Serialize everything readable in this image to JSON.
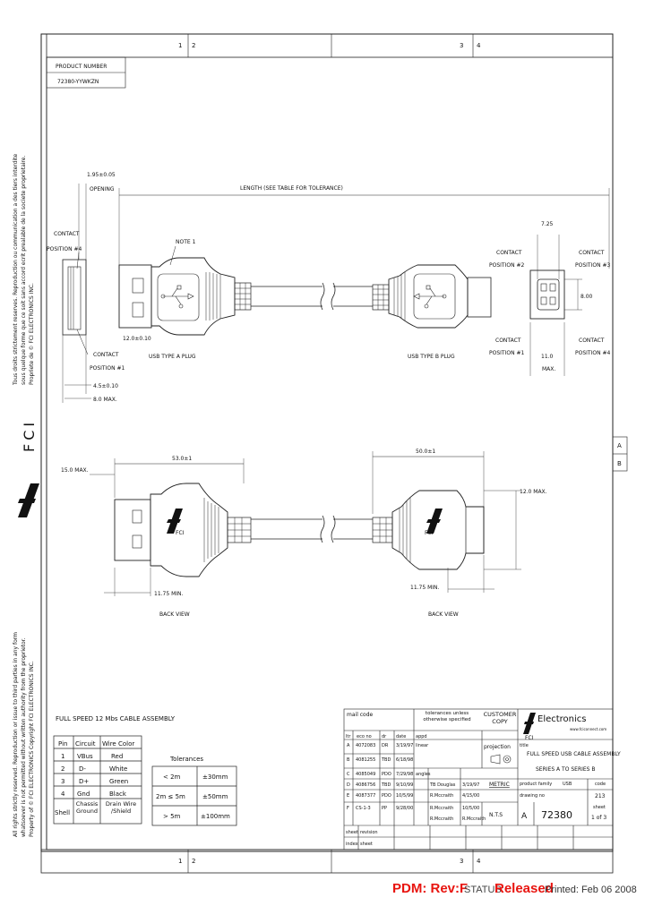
{
  "border": {
    "zone_cols": [
      "1",
      "2",
      "3",
      "4"
    ],
    "zone_rows": [
      "A",
      "B"
    ]
  },
  "product": {
    "label": "PRODUCT NUMBER",
    "value": "72380-YYWKZN"
  },
  "side_notice_top": [
    "Tous droits strictement reserves. Reproduction ou communication a des tiers interdite",
    "sous quelque forme que ce soit sans accord ecrit prealable de la societe proprietaire.",
    "Propriete de © FCI ELECTRONICS INC."
  ],
  "side_notice_bottom": [
    "All rights strictly reserved. Reproduction or issue to third parties in any form",
    "whatsoever is not permitted without written authority from the proprietor.",
    "Property of © FCI ELECTRONICS   Copyright FCI ELECTRONICS INC."
  ],
  "side_logo": "FCI",
  "dims": {
    "opening": "1.95±0.05",
    "opening_label": "OPENING",
    "length": "LENGTH (SEE TABLE FOR TOLERANCE)",
    "note1": "NOTE 1",
    "contact_pos4": "CONTACT",
    "contact_pos4b": "POSITION #4",
    "contact_pos1": "CONTACT",
    "contact_pos1b": "POSITION #1",
    "plug_w": "12.0±0.10",
    "plug_t": "4.5±0.10",
    "plug_max": "8.0 MAX.",
    "usb_a": "USB TYPE A PLUG",
    "usb_b": "USB TYPE B PLUG",
    "b_w": "7.25",
    "b_h": "8.00",
    "b_max": "11.0",
    "b_max_label": "MAX.",
    "b_pos2": "CONTACT",
    "b_pos2b": "POSITION #2",
    "b_pos3": "CONTACT",
    "b_pos3b": "POSITION #3",
    "b_pos1": "CONTACT",
    "b_pos1b": "POSITION #1",
    "b_pos4": "CONTACT",
    "b_pos4b": "POSITION #4",
    "a_len": "53.0±1",
    "a_max": "15.0 MAX.",
    "a_min": "11.75 MIN.",
    "back_a": "BACK VIEW",
    "b_len": "50.0±1",
    "b_max2": "12.0 MAX.",
    "b_min": "11.75 MIN.",
    "back_b": "BACK VIEW",
    "overmold_logo": "FCI"
  },
  "cable_table": {
    "title": "FULL SPEED 12 Mbs CABLE ASSEMBLY",
    "headers": [
      "Pin",
      "Circuit",
      "Wire Color"
    ],
    "rows": [
      [
        "1",
        "VBus",
        "Red"
      ],
      [
        "2",
        "D-",
        "White"
      ],
      [
        "3",
        "D+",
        "Green"
      ],
      [
        "4",
        "Gnd",
        "Black"
      ],
      [
        "Shell",
        "Chassis Ground",
        "Drain Wire /Shield"
      ]
    ]
  },
  "tolerances": {
    "title": "Tolerances",
    "rows": [
      [
        "< 2m",
        "±30mm"
      ],
      [
        "2m ≤ 5m",
        "±50mm"
      ],
      [
        "> 5m",
        "±100mm"
      ]
    ]
  },
  "title_block": {
    "mail_code": "mail code",
    "tol_note": "tolerances unless otherwise specified",
    "customer_copy": "CUSTOMER COPY",
    "projection": "projection",
    "brand": "Electronics",
    "brand_sub": "FCI",
    "web": "www.fciconnect.com",
    "title_label": "title",
    "title1": "FULL SPEED USB CABLE ASSEMBLY",
    "title2": "SERIES A TO SERIES B",
    "rev_header": [
      "ltr",
      "eco no",
      "dr",
      "date",
      "appd"
    ],
    "revisions": [
      [
        "A",
        "4072083",
        "DR",
        "3/19/97",
        "linear"
      ],
      [
        "B",
        "4081255",
        "TBD",
        "6/18/98",
        ""
      ],
      [
        "C",
        "4085049",
        "PDO",
        "7/29/98",
        "angles"
      ],
      [
        "D",
        "4086756",
        "TBD",
        "9/10/99",
        "TB Douglas"
      ],
      [
        "E",
        "4087377",
        "PDO",
        "10/5/99",
        "R.Mccraith"
      ],
      [
        "F",
        "CS-1-3",
        "PP",
        "9/28/00",
        "R.Mccraith"
      ]
    ],
    "metric": "METRIC",
    "product_family_label": "product family",
    "product_family": "USB",
    "code_label": "code",
    "code": "213",
    "drawing_no_label": "drawing no",
    "size": "A",
    "drawing_no": "72380",
    "scale": "N.T.S",
    "sheet_label": "sheet",
    "sheet": "1 of 3",
    "drawn_date": "3/19/97",
    "appd_names": [
      "R.Mccraith",
      "R.Mccraith"
    ],
    "appd_dates": [
      "4/15/00",
      "10/5/00"
    ],
    "footer_labels": [
      "sheet",
      "revision",
      "index",
      "sheet"
    ]
  },
  "status_bar": {
    "pdm": "PDM: Rev:F",
    "status_label": "STATUS:",
    "status": "Released",
    "printed": "Printed: Feb 06 2008",
    "colors": {
      "accent": "#e8140f"
    }
  }
}
